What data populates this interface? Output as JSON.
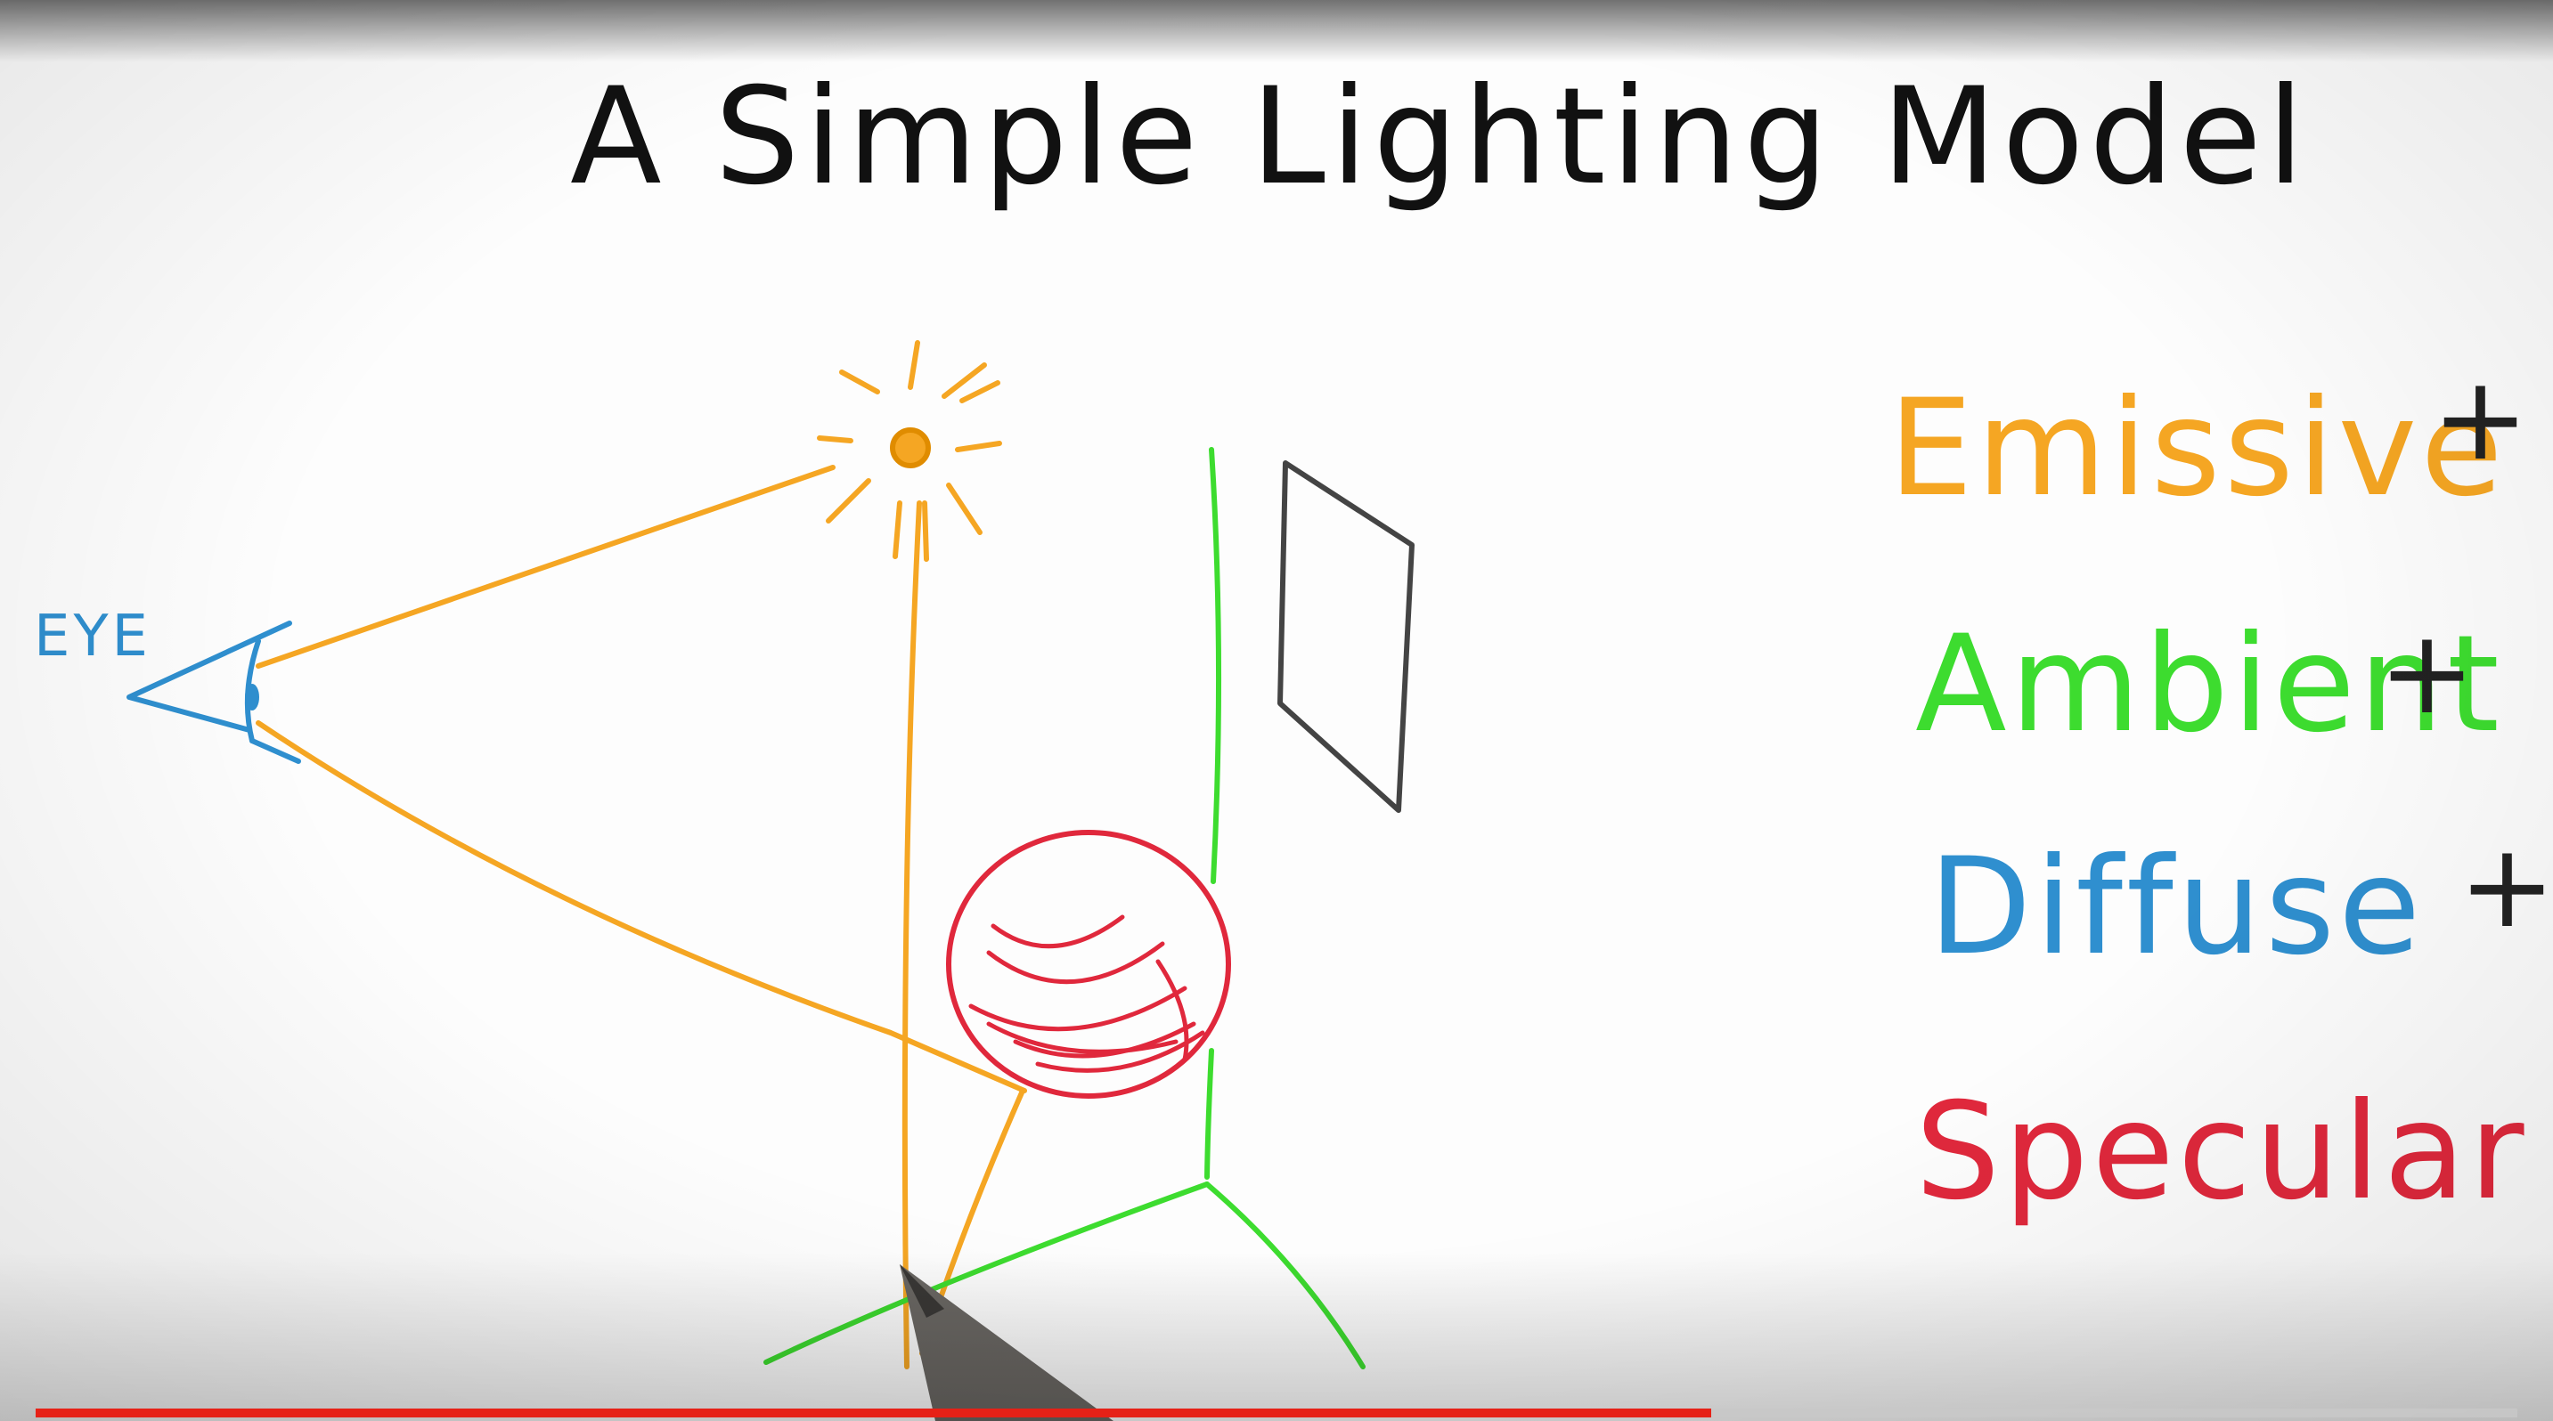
{
  "title": "A Simple Lighting Model",
  "eye_label": "EYE",
  "terms": [
    {
      "label": "Emissive",
      "color": "#f5a623",
      "plus": "+"
    },
    {
      "label": "Ambient",
      "color": "#3ddc2f",
      "plus": "+"
    },
    {
      "label": "Diffuse",
      "color": "#2f8fcf",
      "plus": "+"
    },
    {
      "label": "Specular",
      "color": "#e0283c",
      "plus": ""
    }
  ],
  "colors": {
    "light_ray": "#f5a623",
    "eye": "#2f8fcf",
    "sphere": "#e0283c",
    "ground": "#3ddc2f",
    "panel": "#444444"
  },
  "video": {
    "progress_fraction": 0.675
  }
}
